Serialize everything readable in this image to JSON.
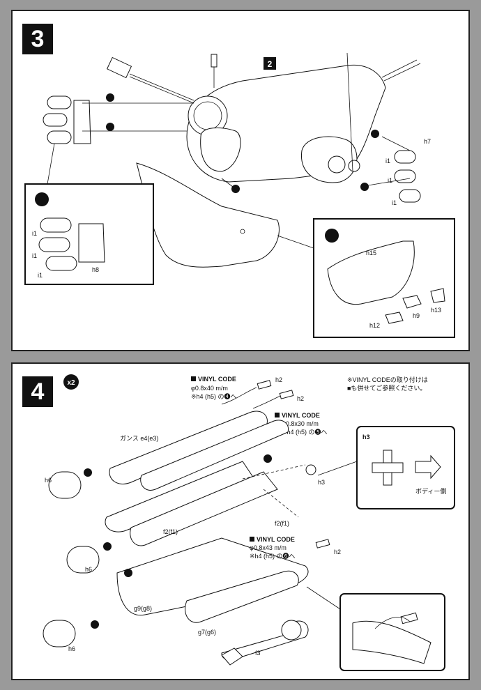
{
  "step3": {
    "number": "3",
    "subassembly_ref": "2",
    "labels": {
      "h7": "h7",
      "i1_a": "i1",
      "i1_b": "i1",
      "i1_c": "i1",
      "inset_i1_a": "i1",
      "inset_i1_b": "i1",
      "inset_i1_c": "i1",
      "inset_h8": "h8",
      "h15": "h15",
      "h9": "h9",
      "h13": "h13",
      "h12": "h12"
    }
  },
  "step4": {
    "number": "4",
    "multiplier": "x2",
    "note_line1": "※VINYL CODEの取り付けは",
    "note_line2": "■も併せてご参照ください。",
    "vinyl1": {
      "title": "VINYL CODE",
      "size": "φ0.8x40 m/m",
      "note": "※h4 (h5) の❹へ",
      "part": "h2"
    },
    "vinyl2": {
      "title": "VINYL CODE",
      "size": "φ0.8x30 m/m",
      "note": "※h4 (h5) の❺へ",
      "part": "h2"
    },
    "vinyl3": {
      "title": "VINYL CODE",
      "size": "φ0.8x43 m/m",
      "note": "※h4 (h5) の❻へ",
      "part": "h2"
    },
    "gun_label": "ガンス e4(e3)",
    "inset_h3": {
      "title": "h3",
      "direction": "ボディー側"
    },
    "labels": {
      "h6_a": "h6",
      "h6_b": "h6",
      "h6_c": "h6",
      "h3": "h3",
      "f2_a": "f2(f1)",
      "f2_b": "f2(f1)",
      "g9": "g9(g8)",
      "g7": "g7(g6)",
      "f3": "f3"
    }
  }
}
